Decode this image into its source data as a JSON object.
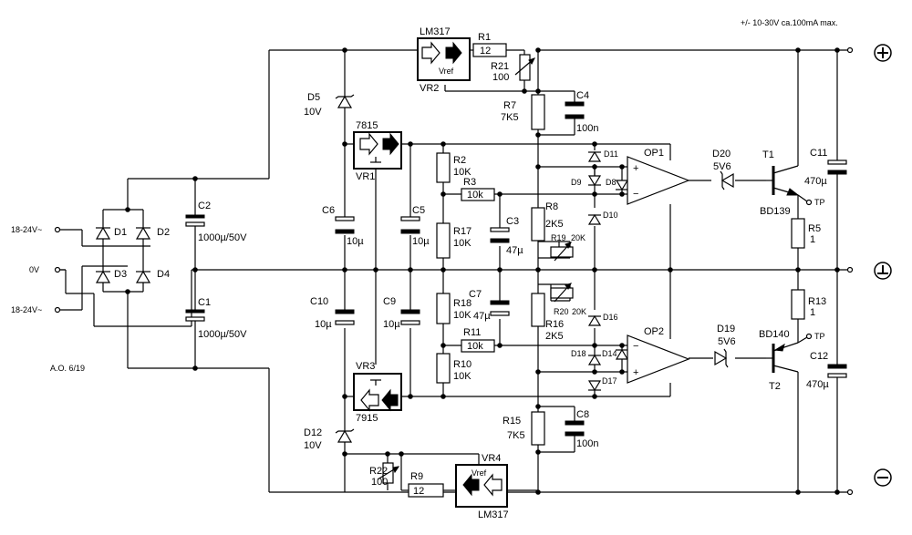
{
  "header_note": "+/- 10-30V ca.100mA max.",
  "author_note": "A.O. 6/19",
  "inputs": {
    "in1": "18-24V~",
    "in0": "0V",
    "in2": "18-24V~"
  },
  "terminals": {
    "plus": "+",
    "ground": "⏚",
    "minus": "−",
    "tp1": "TP",
    "tp2": "TP"
  },
  "diodes": {
    "D1": "D1",
    "D2": "D2",
    "D3": "D3",
    "D4": "D4",
    "D5": "D5",
    "D5v": "10V",
    "D12": "D12",
    "D12v": "10V",
    "D8": "D8",
    "D9": "D9",
    "D10": "D10",
    "D11": "D11",
    "D14": "D14",
    "D16": "D16",
    "D17": "D17",
    "D18": "D18",
    "D19": "D19",
    "D19v": "5V6",
    "D20": "D20",
    "D20v": "5V6"
  },
  "caps": {
    "C1": "C1",
    "C1v": "1000µ/50V",
    "C2": "C2",
    "C2v": "1000µ/50V",
    "C3": "C3",
    "C3v": "47µ",
    "C4": "C4",
    "C4v": "100n",
    "C5": "C5",
    "C5v": "10µ",
    "C6": "C6",
    "C6v": "10µ",
    "C7": "C7",
    "C7v": "47µ",
    "C8": "C8",
    "C8v": "100n",
    "C9": "C9",
    "C9v": "10µ",
    "C10": "C10",
    "C10v": "10µ",
    "C11": "C11",
    "C11v": "470µ",
    "C12": "C12",
    "C12v": "470µ"
  },
  "resistors": {
    "R1": "R1",
    "R1v": "12",
    "R2": "R2",
    "R2v": "10K",
    "R3": "R3",
    "R3v": "10k",
    "R5": "R5",
    "R5v": "1",
    "R7": "R7",
    "R7v": "7K5",
    "R8": "R8",
    "R8v": "2K5",
    "R9": "R9",
    "R9v": "12",
    "R10": "R10",
    "R10v": "10K",
    "R11": "R11",
    "R11v": "10k",
    "R13": "R13",
    "R13v": "1",
    "R15": "R15",
    "R15v": "7K5",
    "R16": "R16",
    "R16v": "2K5",
    "R17": "R17",
    "R17v": "10K",
    "R18": "R18",
    "R18v": "10K",
    "R19": "R19",
    "R19v": "20K",
    "R20": "R20",
    "R20v": "20K",
    "R21": "R21",
    "R21v": "100",
    "R22": "R22",
    "R22v": "100"
  },
  "ics": {
    "VR1": "VR1",
    "VR1p": "7815",
    "VR2": "VR2",
    "VR2p": "LM317",
    "VR3": "VR3",
    "VR3p": "7915",
    "VR4": "VR4",
    "VR4p": "LM317",
    "vref": "Vref",
    "OP1": "OP1",
    "OP2": "OP2",
    "op_plus": "+",
    "op_minus": "−"
  },
  "transistors": {
    "T1": "T1",
    "T1p": "BD139",
    "T2": "T2",
    "T2p": "BD140"
  }
}
